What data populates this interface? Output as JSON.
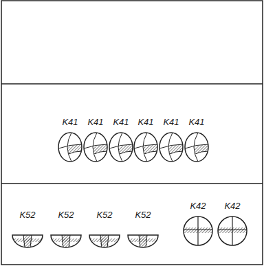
{
  "diagram": {
    "labels": [
      "K41",
      "K41",
      "K41",
      "K41",
      "K41",
      "K41",
      "K52",
      "K52",
      "K52",
      "K52",
      "K42",
      "K42"
    ]
  }
}
